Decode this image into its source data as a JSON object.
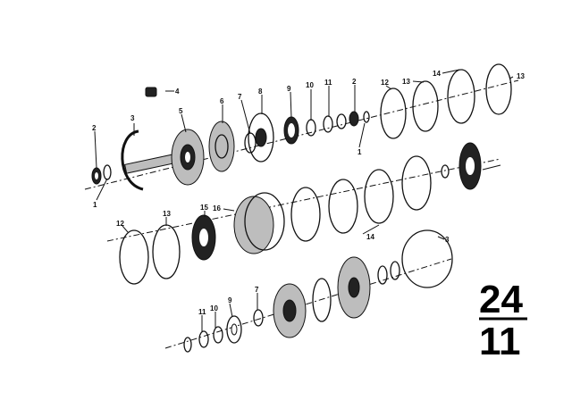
{
  "callouts": {
    "c1": "1",
    "c2": "2",
    "c3": "3",
    "c4": "4",
    "c5": "5",
    "c6": "6",
    "c7": "7",
    "c8": "8",
    "c9": "9",
    "c10": "10",
    "c11": "11",
    "c2b": "2",
    "c12": "12",
    "c13": "13",
    "c14": "14",
    "c13b": "13",
    "c1b": "1",
    "c12b": "12",
    "c13c": "13",
    "c15": "15",
    "c16": "16",
    "c14b": "14",
    "c3b": "3",
    "c7b": "7",
    "c9b": "9",
    "c10b": "10",
    "c11b": "11"
  },
  "group": {
    "top": "24",
    "bottom": "11"
  }
}
